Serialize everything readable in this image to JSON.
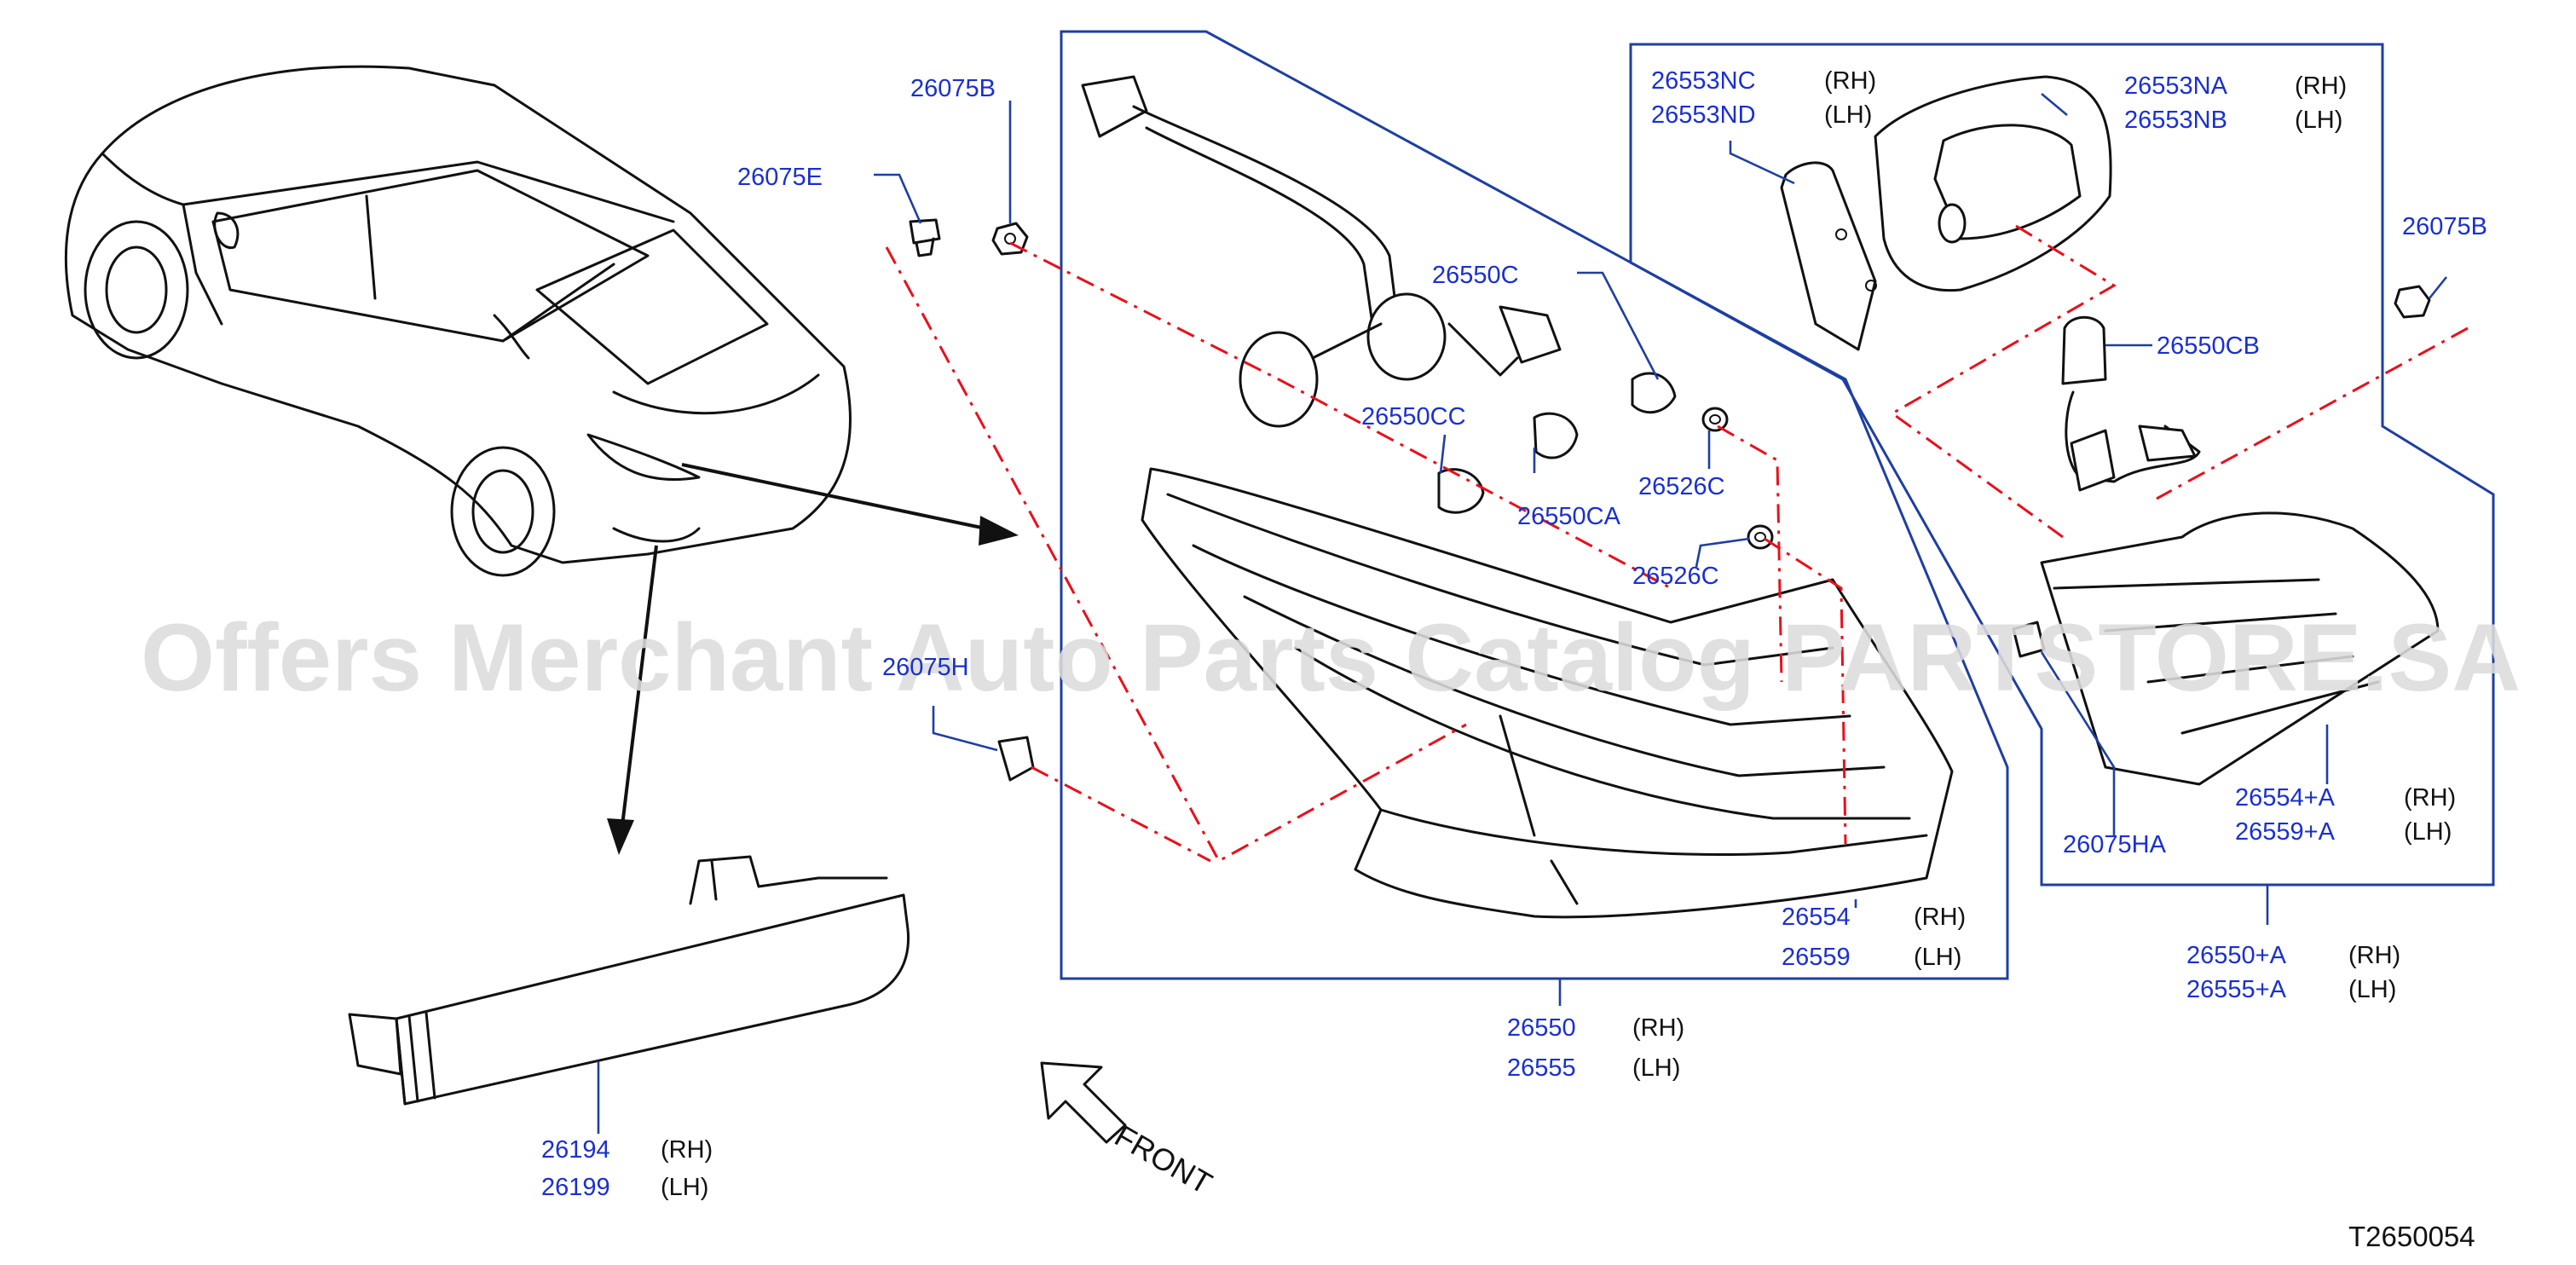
{
  "diagram": {
    "watermark": "Offers Merchant Auto Parts Catalog PARTSTORE.SA",
    "front_label": "FRONT",
    "drawing_code": "T2650054",
    "labels": {
      "p26075E": "26075E",
      "p26075B_a": "26075B",
      "p26075B_b": "26075B",
      "p26075H": "26075H",
      "p26550C": "26550C",
      "p26550CC": "26550CC",
      "p26550CA": "26550CA",
      "p26526C_a": "26526C",
      "p26526C_b": "26526C",
      "p26553NC": "26553NC",
      "p26553ND": "26553ND",
      "p26553NA": "26553NA",
      "p26553NB": "26553NB",
      "p26550CB": "26550CB",
      "p26075HA": "26075HA",
      "p26554A": "26554+A",
      "p26559A": "26559+A",
      "p26550A": "26550+A",
      "p26555A": "26555+A",
      "p26554": "26554",
      "p26559": "26559",
      "p26550": "26550",
      "p26555": "26555",
      "p26194": "26194",
      "p26199": "26199"
    },
    "sides": {
      "rh": "(RH)",
      "lh": "(LH)"
    }
  }
}
